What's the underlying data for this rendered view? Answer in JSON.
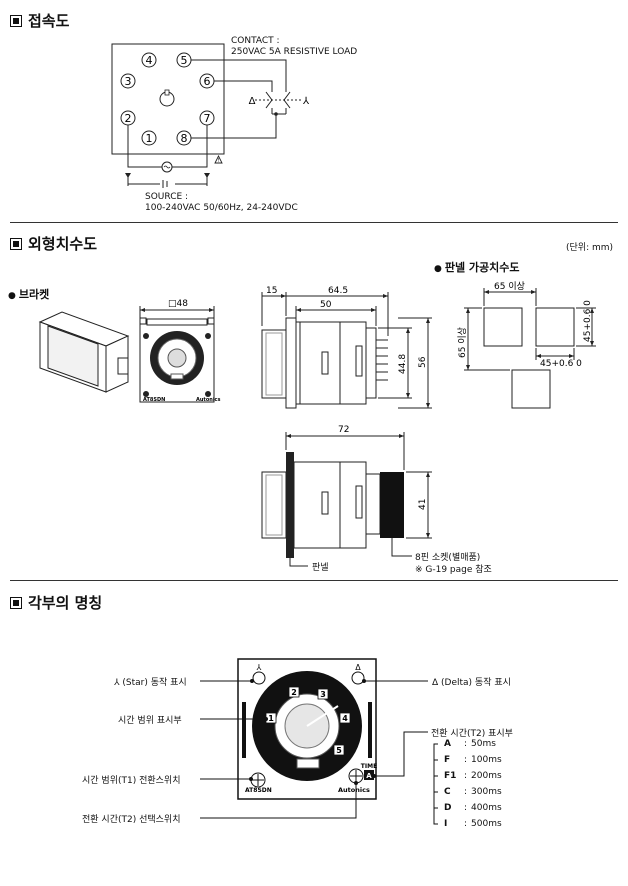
{
  "sections": {
    "wiring": "접속도",
    "dimensions": "외형치수도",
    "parts": "각부의 명칭"
  },
  "wiring": {
    "contact_line1": "CONTACT :",
    "contact_line2": "250VAC 5A RESISTIVE LOAD",
    "source_line1": "SOURCE :",
    "source_line2": "100-240VAC 50/60Hz, 24-240VDC",
    "pins": [
      "1",
      "2",
      "3",
      "4",
      "5",
      "6",
      "7",
      "8"
    ],
    "delta_label": "Δ",
    "star_label": "⅄"
  },
  "dimensions": {
    "unit": "(단위: mm)",
    "bracket": "브라켓",
    "panel_cut": "판넬 가공치수도",
    "bracket_width": "□48",
    "d15": "15",
    "d645": "64.5",
    "d50": "50",
    "d448": "44.8",
    "d56": "56",
    "d72": "72",
    "d41": "41",
    "panel_label": "판넬",
    "socket_line1": "8핀 소켓(별매품)",
    "socket_line2": "※ G-19 page 참조",
    "cut_top": "65 이상",
    "cut_left": "65 이상",
    "cut_45v": "45+0.6 0",
    "cut_45h": "45+0.6 0",
    "model": "AT8SDN",
    "brand": "Autonics"
  },
  "parts": {
    "star_indicator": "⅄ (Star) 동작 표시",
    "delta_indicator": "Δ (Delta) 동작 표시",
    "time_range_display": "시간 범위 표시부",
    "t1_switch": "시간 범위(T1) 전환스위치",
    "t2_selector": "전환 시간(T2) 선택스위치",
    "t2_display": "전환 시간(T2) 표시부",
    "model": "AT8SDN",
    "brand": "Autonics",
    "time_label": "TIME",
    "dial_numbers": [
      "1",
      "2",
      "3",
      "4",
      "5"
    ],
    "t2_options": [
      {
        "code": "A",
        "value": "50ms"
      },
      {
        "code": "F",
        "value": "100ms"
      },
      {
        "code": "F1",
        "value": "200ms"
      },
      {
        "code": "C",
        "value": "300ms"
      },
      {
        "code": "D",
        "value": "400ms"
      },
      {
        "code": "I",
        "value": "500ms"
      }
    ]
  }
}
